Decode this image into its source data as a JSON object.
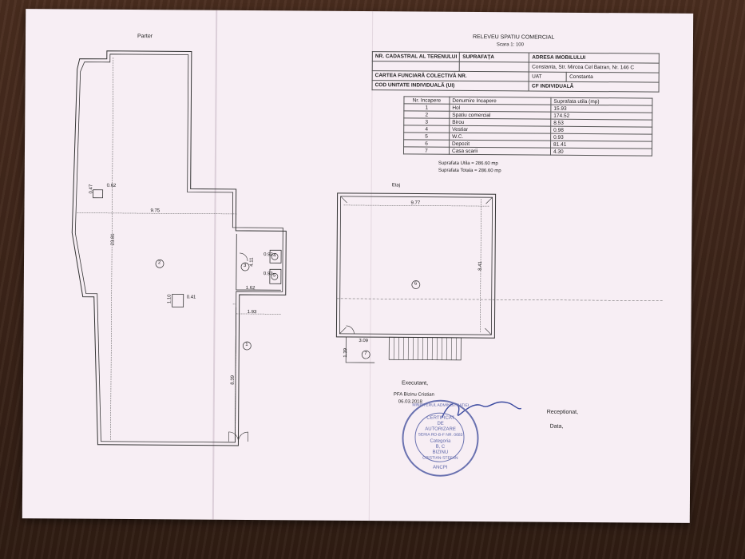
{
  "sheet": {
    "left_plan_label": "Parter",
    "header_title": "RELEVEU SPATIU COMERCIAL",
    "scale": "Scara 1: 100",
    "info": {
      "nr_cadastral": "NR. CADASTRAL AL TERENULUI",
      "suprafata": "SUPRAFAȚA",
      "adresa": "ADRESA IMOBILULUI",
      "address_value": "Constanta, Str. Mircea Cel Batran, Nr. 146 C",
      "carte_funciara": "CARTEA FUNCIARĂ COLECTIVĂ NR.",
      "uat": "UAT",
      "uat_value": "Constanta",
      "cod_unitate": "COD UNITATE INDIVIDUALĂ (UI)",
      "cf_individuala": "CF INDIVIDUALĂ"
    },
    "rooms_table": {
      "headers": [
        "Nr. Incapere",
        "Denumire Incapere",
        "Suprafata utila (mp)"
      ],
      "rows": [
        [
          "1",
          "Hol",
          "15.93"
        ],
        [
          "2",
          "Spatiu comercial",
          "174.52"
        ],
        [
          "3",
          "Birou",
          "8.53"
        ],
        [
          "4",
          "Vestiar",
          "0.98"
        ],
        [
          "5",
          "W.C.",
          "0.93"
        ],
        [
          "6",
          "Depozit",
          "81.41"
        ],
        [
          "7",
          "Casa scarii",
          "4.30"
        ]
      ]
    },
    "suprafata_utila": "Suprafata Utila = 286.60 mp",
    "suprafata_totala": "Suprafata Totala = 286.60 mp",
    "etaj_label": "Etaj",
    "dims": {
      "d062": "0.62",
      "d047": "0.47",
      "d975": "9.75",
      "d2381": "23.81",
      "d411": "4.11",
      "d092": "0.92",
      "d093": "0.93",
      "d162": "1.62",
      "d041": "0.41",
      "d110": "1.10",
      "d193": "1.93",
      "d839": "8.39",
      "d977": "9.77",
      "d841": "8.41",
      "d309": "3.09",
      "d139": "1.39"
    },
    "room_nums": {
      "r1": "1",
      "r2": "2",
      "r3": "3",
      "r4": "4",
      "r5": "5",
      "r6": "6",
      "r7": "7"
    },
    "executant": "Executant,",
    "executant_name": "PFA Bizinu Cristian",
    "executant_date": "06.03.2018",
    "receptionat": "Receptionat,",
    "data": "Data,",
    "stamp": {
      "top": "MINISTERUL ADMINISTRATIEI",
      "l1": "CERTIFICAT",
      "l2": "DE",
      "l3": "AUTORIZARE",
      "l4": "SERIA RO-B-F NR. 0683",
      "l5": "Categoria",
      "l6": "B, C",
      "l7": "BIZINU",
      "l8": "CRISTIAN-STEFAN",
      "bottom": "ANCPI"
    }
  }
}
